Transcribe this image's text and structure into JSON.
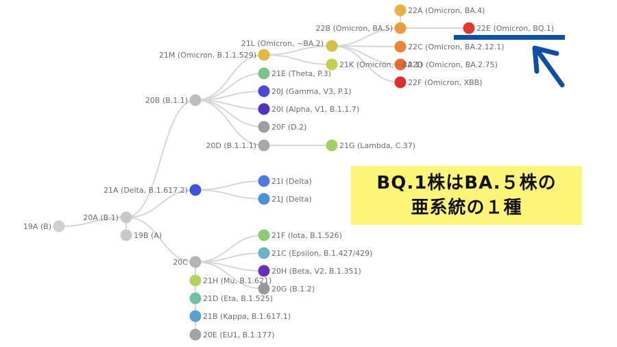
{
  "tree": {
    "nodes": [
      {
        "id": "19A",
        "label": "19A (B)",
        "color": "#d0d0d0"
      },
      {
        "id": "20A",
        "label": "20A (B.1)",
        "color": "#c8c8c8"
      },
      {
        "id": "19B",
        "label": "19B (A)",
        "color": "#c8c8c8"
      },
      {
        "id": "20B",
        "label": "20B (B.1.1)",
        "color": "#bdbdbd"
      },
      {
        "id": "21A",
        "label": "21A (Delta, B.1.617.2)",
        "color": "#3b55d9"
      },
      {
        "id": "20C",
        "label": "20C",
        "color": "#b4b4b4"
      },
      {
        "id": "21M",
        "label": "21M (Omicron, B.1.1.529)",
        "color": "#e2b945"
      },
      {
        "id": "21L",
        "label": "21L (Omicron, ~BA.2)",
        "color": "#d0c244"
      },
      {
        "id": "22B",
        "label": "22B (Omicron, BA.5)",
        "color": "#ef9a3a"
      },
      {
        "id": "22A",
        "label": "22A (Omicron, BA.4)",
        "color": "#e9b043"
      },
      {
        "id": "22E",
        "label": "22E (Omicron, BQ.1)",
        "color": "#e03a2b"
      },
      {
        "id": "22C",
        "label": "22C (Omicron, BA.2.12.1)",
        "color": "#ee8534"
      },
      {
        "id": "22D",
        "label": "22D (Omicron, BA.2.75)",
        "color": "#ea6a32"
      },
      {
        "id": "22F",
        "label": "22F (Omicron, XBB)",
        "color": "#dc2f2a"
      },
      {
        "id": "21K",
        "label": "21K (Omicron, ~BA.1)",
        "color": "#c4cf4c"
      },
      {
        "id": "21E",
        "label": "21E (Theta, P.3)",
        "color": "#7cc38b"
      },
      {
        "id": "20J",
        "label": "20J (Gamma, V3, P.1)",
        "color": "#4a4ad8"
      },
      {
        "id": "20I",
        "label": "20I (Alpha, V1, B.1.1.7)",
        "color": "#5232c0"
      },
      {
        "id": "20F",
        "label": "20F (D.2)",
        "color": "#9e9e9e"
      },
      {
        "id": "20D",
        "label": "20D (B.1.1.1)",
        "color": "#a8a8a8"
      },
      {
        "id": "21G",
        "label": "21G (Lambda, C.37)",
        "color": "#a3cf66"
      },
      {
        "id": "21I",
        "label": "21I (Delta)",
        "color": "#4f79dc"
      },
      {
        "id": "21J",
        "label": "21J (Delta)",
        "color": "#4c8fda"
      },
      {
        "id": "21F",
        "label": "21F (Iota, B.1.526)",
        "color": "#8bcb74"
      },
      {
        "id": "21C",
        "label": "21C (Epsilon, B.1.427/429)",
        "color": "#68b3c4"
      },
      {
        "id": "20H",
        "label": "20H (Beta, V2, B.1.351)",
        "color": "#6a2fb8"
      },
      {
        "id": "20G",
        "label": "20G (B.1.2)",
        "color": "#999999"
      },
      {
        "id": "21H",
        "label": "21H (Mu, B.1.621)",
        "color": "#b4d25c"
      },
      {
        "id": "21D",
        "label": "21D (Eta, B.1.525)",
        "color": "#6fc2a0"
      },
      {
        "id": "21B",
        "label": "21B (Kappa, B.1.617.1)",
        "color": "#57a0d0"
      },
      {
        "id": "20E",
        "label": "20E (EU1, B.1.177)",
        "color": "#a3a3a3"
      }
    ],
    "edges": [
      [
        "19A",
        "20A"
      ],
      [
        "20A",
        "19B"
      ],
      [
        "20A",
        "20B"
      ],
      [
        "20A",
        "21A"
      ],
      [
        "20A",
        "20C"
      ],
      [
        "20B",
        "21M"
      ],
      [
        "20B",
        "21E"
      ],
      [
        "20B",
        "20J"
      ],
      [
        "20B",
        "20I"
      ],
      [
        "20B",
        "20F"
      ],
      [
        "20B",
        "20D"
      ],
      [
        "21M",
        "21L"
      ],
      [
        "21M",
        "21K"
      ],
      [
        "21L",
        "22B"
      ],
      [
        "21L",
        "22C"
      ],
      [
        "21L",
        "22D"
      ],
      [
        "21L",
        "22F"
      ],
      [
        "22B",
        "22A"
      ],
      [
        "22B",
        "22E"
      ],
      [
        "20D",
        "21G"
      ],
      [
        "21A",
        "21I"
      ],
      [
        "21A",
        "21J"
      ],
      [
        "20C",
        "21F"
      ],
      [
        "20C",
        "21C"
      ],
      [
        "20C",
        "20H"
      ],
      [
        "20C",
        "20G"
      ],
      [
        "20C",
        "21H"
      ],
      [
        "20C",
        "21D"
      ],
      [
        "20C",
        "21B"
      ],
      [
        "20C",
        "20E"
      ]
    ]
  },
  "callout": {
    "line1": "BQ.1株はBA.５株の",
    "line2": "亜系統の１種",
    "background": "#fdf57a"
  },
  "highlight": {
    "color": "#0d4ea6"
  }
}
